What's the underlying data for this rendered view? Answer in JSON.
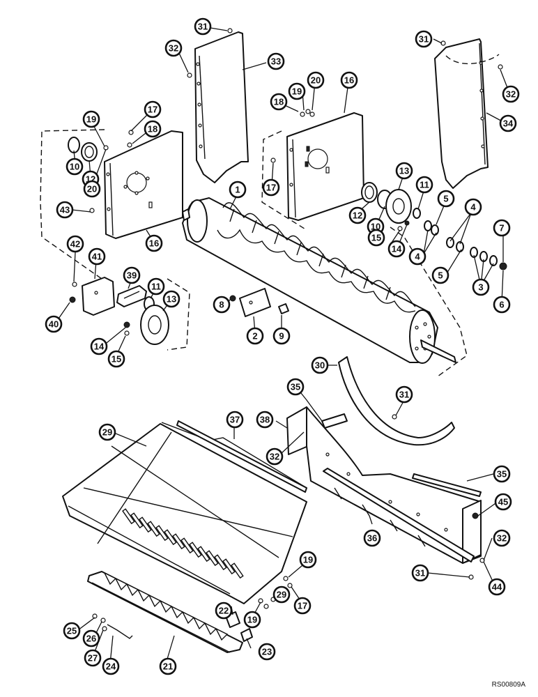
{
  "diagram": {
    "reference_code": "RS00809A",
    "callouts": [
      {
        "label": "31"
      },
      {
        "label": "32"
      },
      {
        "label": "33"
      },
      {
        "label": "31"
      },
      {
        "label": "32"
      },
      {
        "label": "34"
      },
      {
        "label": "16"
      },
      {
        "label": "19"
      },
      {
        "label": "20"
      },
      {
        "label": "18"
      },
      {
        "label": "17"
      },
      {
        "label": "19"
      },
      {
        "label": "17"
      },
      {
        "label": "18"
      },
      {
        "label": "10"
      },
      {
        "label": "12"
      },
      {
        "label": "20"
      },
      {
        "label": "43"
      },
      {
        "label": "16"
      },
      {
        "label": "1"
      },
      {
        "label": "13"
      },
      {
        "label": "11"
      },
      {
        "label": "5"
      },
      {
        "label": "4"
      },
      {
        "label": "7"
      },
      {
        "label": "12"
      },
      {
        "label": "10"
      },
      {
        "label": "15"
      },
      {
        "label": "14"
      },
      {
        "label": "4"
      },
      {
        "label": "5"
      },
      {
        "label": "3"
      },
      {
        "label": "6"
      },
      {
        "label": "42"
      },
      {
        "label": "41"
      },
      {
        "label": "39"
      },
      {
        "label": "11"
      },
      {
        "label": "13"
      },
      {
        "label": "40"
      },
      {
        "label": "14"
      },
      {
        "label": "15"
      },
      {
        "label": "8"
      },
      {
        "label": "2"
      },
      {
        "label": "9"
      },
      {
        "label": "30"
      },
      {
        "label": "35"
      },
      {
        "label": "31"
      },
      {
        "label": "38"
      },
      {
        "label": "29"
      },
      {
        "label": "37"
      },
      {
        "label": "32"
      },
      {
        "label": "35"
      },
      {
        "label": "45"
      },
      {
        "label": "36"
      },
      {
        "label": "32"
      },
      {
        "label": "31"
      },
      {
        "label": "44"
      },
      {
        "label": "19"
      },
      {
        "label": "29"
      },
      {
        "label": "17"
      },
      {
        "label": "19"
      },
      {
        "label": "22"
      },
      {
        "label": "25"
      },
      {
        "label": "26"
      },
      {
        "label": "27"
      },
      {
        "label": "24"
      },
      {
        "label": "21"
      },
      {
        "label": "23"
      }
    ]
  }
}
